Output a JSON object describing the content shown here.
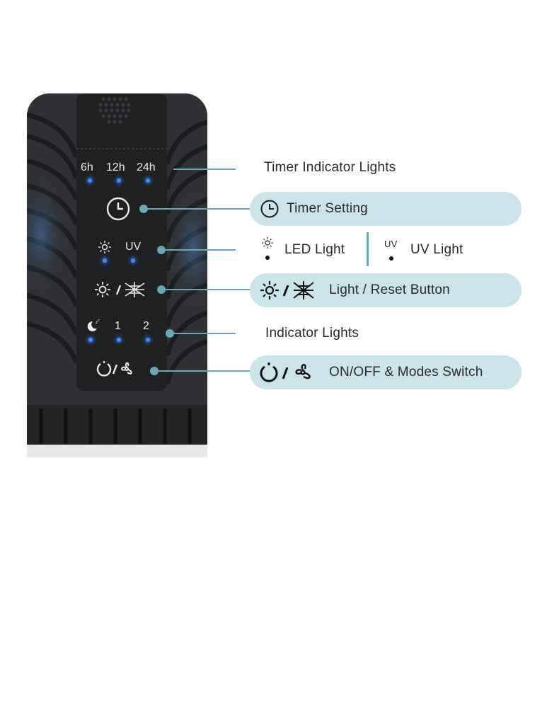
{
  "device": {
    "timer_labels": [
      "6h",
      "12h",
      "24h"
    ],
    "light_labels": {
      "led_icon": "sun-icon",
      "uv": "UV"
    },
    "mode_labels": {
      "sleep_icon": "moon-icon",
      "one": "1",
      "two": "2"
    }
  },
  "callouts": {
    "timer_indicator": "Timer Indicator Lights",
    "timer_setting": "Timer Setting",
    "led_light": "LED Light",
    "uv_light": "UV Light",
    "uv_small": "UV",
    "light_reset": "Light / Reset Button",
    "indicator_lights": "Indicator Lights",
    "on_off_modes": "ON/OFF & Modes Switch"
  },
  "colors": {
    "accent": "#6aa9b4",
    "pill": "#cbe4ea",
    "indicator_blue": "#3b8cff",
    "device": "#2b2c2e"
  }
}
